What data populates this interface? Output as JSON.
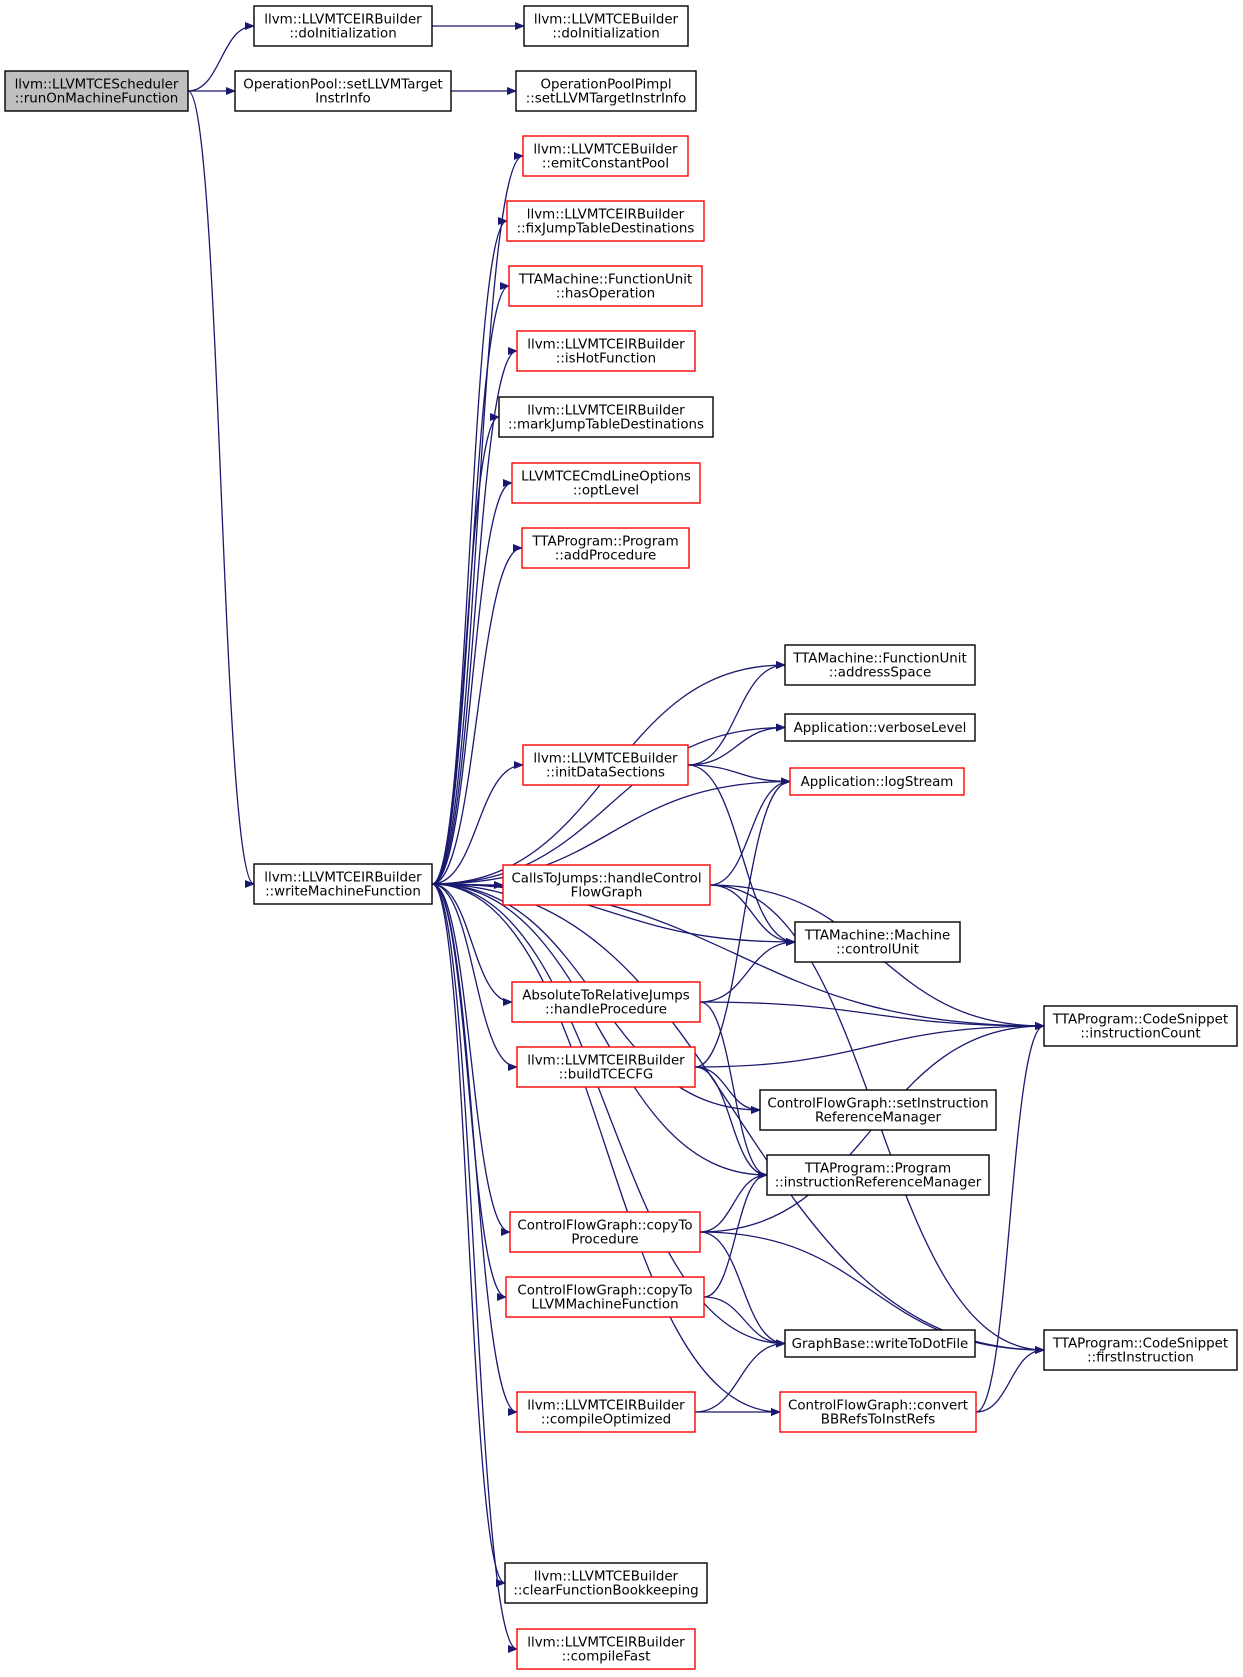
{
  "colors": {
    "edge": "#191970",
    "normal_border": "#000000",
    "truncated_border": "#ff0000",
    "root_fill": "#bfbfbf",
    "node_fill": "#ffffff"
  },
  "nodes": [
    {
      "id": "runOnMachineFunction",
      "lines": [
        "llvm::LLVMTCEScheduler",
        "::runOnMachineFunction"
      ],
      "kind": "root"
    },
    {
      "id": "irDoInit",
      "lines": [
        "llvm::LLVMTCEIRBuilder",
        "::doInitialization"
      ],
      "kind": "normal"
    },
    {
      "id": "bDoInit",
      "lines": [
        "llvm::LLVMTCEBuilder",
        "::doInitialization"
      ],
      "kind": "normal"
    },
    {
      "id": "opPoolSet",
      "lines": [
        "OperationPool::setLLVMTarget",
        "InstrInfo"
      ],
      "kind": "normal"
    },
    {
      "id": "opPoolPimplSet",
      "lines": [
        "OperationPoolPimpl",
        "::setLLVMTargetInstrInfo"
      ],
      "kind": "normal"
    },
    {
      "id": "emitConstantPool",
      "lines": [
        "llvm::LLVMTCEBuilder",
        "::emitConstantPool"
      ],
      "kind": "truncated"
    },
    {
      "id": "fixJumpTable",
      "lines": [
        "llvm::LLVMTCEIRBuilder",
        "::fixJumpTableDestinations"
      ],
      "kind": "truncated"
    },
    {
      "id": "hasOperation",
      "lines": [
        "TTAMachine::FunctionUnit",
        "::hasOperation"
      ],
      "kind": "truncated"
    },
    {
      "id": "isHotFunction",
      "lines": [
        "llvm::LLVMTCEIRBuilder",
        "::isHotFunction"
      ],
      "kind": "truncated"
    },
    {
      "id": "markJumpTable",
      "lines": [
        "llvm::LLVMTCEIRBuilder",
        "::markJumpTableDestinations"
      ],
      "kind": "normal"
    },
    {
      "id": "optLevel",
      "lines": [
        "LLVMTCECmdLineOptions",
        "::optLevel"
      ],
      "kind": "truncated"
    },
    {
      "id": "addProcedure",
      "lines": [
        "TTAProgram::Program",
        "::addProcedure"
      ],
      "kind": "truncated"
    },
    {
      "id": "addressSpace",
      "lines": [
        "TTAMachine::FunctionUnit",
        "::addressSpace"
      ],
      "kind": "normal"
    },
    {
      "id": "verboseLevel",
      "lines": [
        "Application::verboseLevel"
      ],
      "kind": "normal"
    },
    {
      "id": "initDataSections",
      "lines": [
        "llvm::LLVMTCEBuilder",
        "::initDataSections"
      ],
      "kind": "truncated"
    },
    {
      "id": "logStream",
      "lines": [
        "Application::logStream"
      ],
      "kind": "truncated"
    },
    {
      "id": "writeMachineFunction",
      "lines": [
        "llvm::LLVMTCEIRBuilder",
        "::writeMachineFunction"
      ],
      "kind": "normal"
    },
    {
      "id": "handleControlFlowGraph",
      "lines": [
        "CallsToJumps::handleControl",
        "FlowGraph"
      ],
      "kind": "truncated"
    },
    {
      "id": "controlUnit",
      "lines": [
        "TTAMachine::Machine",
        "::controlUnit"
      ],
      "kind": "normal"
    },
    {
      "id": "handleProcedure",
      "lines": [
        "AbsoluteToRelativeJumps",
        "::handleProcedure"
      ],
      "kind": "truncated"
    },
    {
      "id": "instructionCount",
      "lines": [
        "TTAProgram::CodeSnippet",
        "::instructionCount"
      ],
      "kind": "normal"
    },
    {
      "id": "buildTCECFG",
      "lines": [
        "llvm::LLVMTCEIRBuilder",
        "::buildTCECFG"
      ],
      "kind": "truncated"
    },
    {
      "id": "setInstrRefMgr",
      "lines": [
        "ControlFlowGraph::setInstruction",
        "ReferenceManager"
      ],
      "kind": "normal"
    },
    {
      "id": "instrRefMgr",
      "lines": [
        "TTAProgram::Program",
        "::instructionReferenceManager"
      ],
      "kind": "normal"
    },
    {
      "id": "copyToProcedure",
      "lines": [
        "ControlFlowGraph::copyTo",
        "Procedure"
      ],
      "kind": "truncated"
    },
    {
      "id": "copyToLLVM",
      "lines": [
        "ControlFlowGraph::copyTo",
        "LLVMMachineFunction"
      ],
      "kind": "truncated"
    },
    {
      "id": "writeToDotFile",
      "lines": [
        "GraphBase::writeToDotFile"
      ],
      "kind": "normal"
    },
    {
      "id": "firstInstruction",
      "lines": [
        "TTAProgram::CodeSnippet",
        "::firstInstruction"
      ],
      "kind": "normal"
    },
    {
      "id": "compileOptimized",
      "lines": [
        "llvm::LLVMTCEIRBuilder",
        "::compileOptimized"
      ],
      "kind": "truncated"
    },
    {
      "id": "convertBBRefs",
      "lines": [
        "ControlFlowGraph::convert",
        "BBRefsToInstRefs"
      ],
      "kind": "truncated"
    },
    {
      "id": "clearFunctionBookkeeping",
      "lines": [
        "llvm::LLVMTCEBuilder",
        "::clearFunctionBookkeeping"
      ],
      "kind": "normal"
    },
    {
      "id": "compileFast",
      "lines": [
        "llvm::LLVMTCEIRBuilder",
        "::compileFast"
      ],
      "kind": "truncated"
    }
  ],
  "edges": [
    [
      "runOnMachineFunction",
      "irDoInit"
    ],
    [
      "runOnMachineFunction",
      "opPoolSet"
    ],
    [
      "runOnMachineFunction",
      "writeMachineFunction"
    ],
    [
      "irDoInit",
      "bDoInit"
    ],
    [
      "opPoolSet",
      "opPoolPimplSet"
    ],
    [
      "writeMachineFunction",
      "emitConstantPool"
    ],
    [
      "writeMachineFunction",
      "fixJumpTable"
    ],
    [
      "writeMachineFunction",
      "hasOperation"
    ],
    [
      "writeMachineFunction",
      "isHotFunction"
    ],
    [
      "writeMachineFunction",
      "markJumpTable"
    ],
    [
      "writeMachineFunction",
      "optLevel"
    ],
    [
      "writeMachineFunction",
      "addProcedure"
    ],
    [
      "writeMachineFunction",
      "instructionCount"
    ],
    [
      "writeMachineFunction",
      "addressSpace"
    ],
    [
      "writeMachineFunction",
      "verboseLevel"
    ],
    [
      "writeMachineFunction",
      "initDataSections"
    ],
    [
      "writeMachineFunction",
      "logStream"
    ],
    [
      "writeMachineFunction",
      "handleControlFlowGraph"
    ],
    [
      "writeMachineFunction",
      "controlUnit"
    ],
    [
      "writeMachineFunction",
      "handleProcedure"
    ],
    [
      "writeMachineFunction",
      "buildTCECFG"
    ],
    [
      "writeMachineFunction",
      "setInstrRefMgr"
    ],
    [
      "writeMachineFunction",
      "instrRefMgr"
    ],
    [
      "writeMachineFunction",
      "copyToProcedure"
    ],
    [
      "writeMachineFunction",
      "copyToLLVM"
    ],
    [
      "writeMachineFunction",
      "writeToDotFile"
    ],
    [
      "writeMachineFunction",
      "compileOptimized"
    ],
    [
      "writeMachineFunction",
      "convertBBRefs"
    ],
    [
      "writeMachineFunction",
      "firstInstruction"
    ],
    [
      "writeMachineFunction",
      "clearFunctionBookkeeping"
    ],
    [
      "writeMachineFunction",
      "compileFast"
    ],
    [
      "initDataSections",
      "addressSpace"
    ],
    [
      "initDataSections",
      "verboseLevel"
    ],
    [
      "initDataSections",
      "logStream"
    ],
    [
      "initDataSections",
      "controlUnit"
    ],
    [
      "handleControlFlowGraph",
      "logStream"
    ],
    [
      "handleControlFlowGraph",
      "instructionCount"
    ],
    [
      "handleControlFlowGraph",
      "controlUnit"
    ],
    [
      "handleControlFlowGraph",
      "firstInstruction"
    ],
    [
      "handleProcedure",
      "controlUnit"
    ],
    [
      "handleProcedure",
      "instructionCount"
    ],
    [
      "handleProcedure",
      "instrRefMgr"
    ],
    [
      "buildTCECFG",
      "logStream"
    ],
    [
      "buildTCECFG",
      "instructionCount"
    ],
    [
      "buildTCECFG",
      "setInstrRefMgr"
    ],
    [
      "buildTCECFG",
      "instrRefMgr"
    ],
    [
      "copyToProcedure",
      "instrRefMgr"
    ],
    [
      "copyToProcedure",
      "instructionCount"
    ],
    [
      "copyToProcedure",
      "firstInstruction"
    ],
    [
      "copyToProcedure",
      "writeToDotFile"
    ],
    [
      "copyToLLVM",
      "instrRefMgr"
    ],
    [
      "copyToLLVM",
      "writeToDotFile"
    ],
    [
      "compileOptimized",
      "writeToDotFile"
    ],
    [
      "compileOptimized",
      "convertBBRefs"
    ],
    [
      "convertBBRefs",
      "instructionCount"
    ],
    [
      "convertBBRefs",
      "firstInstruction"
    ]
  ]
}
